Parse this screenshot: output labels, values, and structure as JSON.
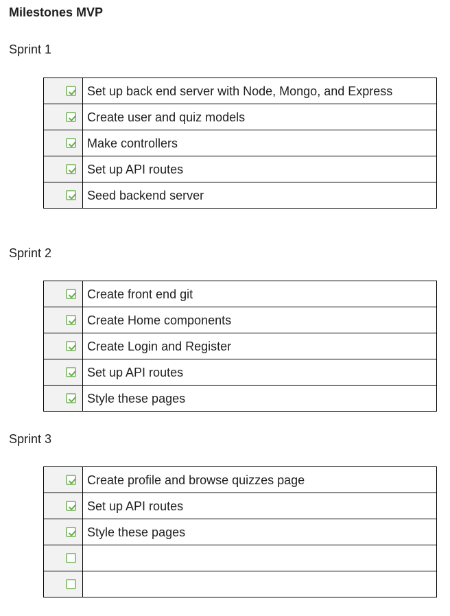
{
  "page": {
    "title": "Milestones MVP"
  },
  "colors": {
    "table_border": "#000000",
    "checkbox_column_bg": "#f2f2f2",
    "checkbox_border_green": "#93c47d",
    "checkmark_green": "#6aa84f",
    "text": "#1f1f1f"
  },
  "icons": {
    "checked": "checkbox-checked-icon",
    "unchecked": "checkbox-unchecked-icon"
  },
  "sprints": [
    {
      "label": "Sprint 1",
      "tasks": [
        {
          "checked": true,
          "text": "Set up back end server with Node, Mongo, and Express"
        },
        {
          "checked": true,
          "text": "Create user and quiz models"
        },
        {
          "checked": true,
          "text": "Make controllers"
        },
        {
          "checked": true,
          "text": "Set up API routes"
        },
        {
          "checked": true,
          "text": "Seed backend server"
        }
      ]
    },
    {
      "label": "Sprint 2",
      "tasks": [
        {
          "checked": true,
          "text": "Create front end git"
        },
        {
          "checked": true,
          "text": "Create Home components"
        },
        {
          "checked": true,
          "text": "Create Login and Register"
        },
        {
          "checked": true,
          "text": "Set up API routes"
        },
        {
          "checked": true,
          "text": "Style these pages"
        }
      ]
    },
    {
      "label": "Sprint 3",
      "tasks": [
        {
          "checked": true,
          "text": "Create profile and browse quizzes page"
        },
        {
          "checked": true,
          "text": "Set up API routes"
        },
        {
          "checked": true,
          "text": "Style these pages"
        },
        {
          "checked": false,
          "text": ""
        },
        {
          "checked": false,
          "text": ""
        }
      ]
    }
  ]
}
